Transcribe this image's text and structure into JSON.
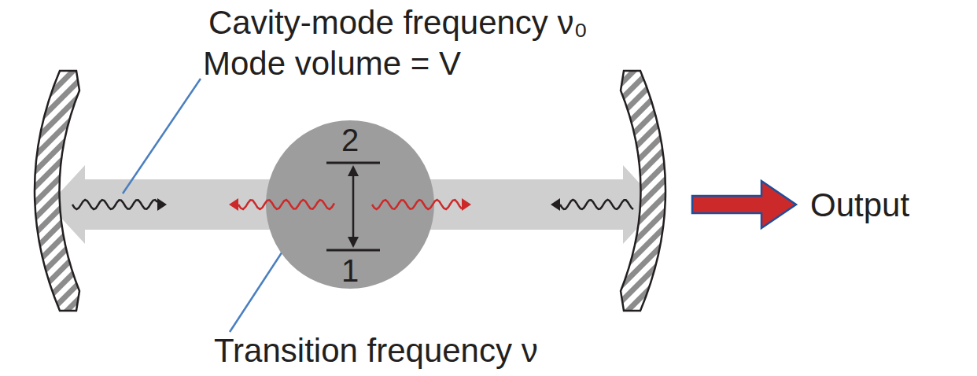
{
  "diagram": {
    "nodes": [
      {
        "text": [
          "2",
          "1"
        ]
      }
    ],
    "labels": [
      "Cavity-mode frequency ν₀",
      "Mode volume = V",
      "Transition frequency ν",
      "Output"
    ]
  }
}
